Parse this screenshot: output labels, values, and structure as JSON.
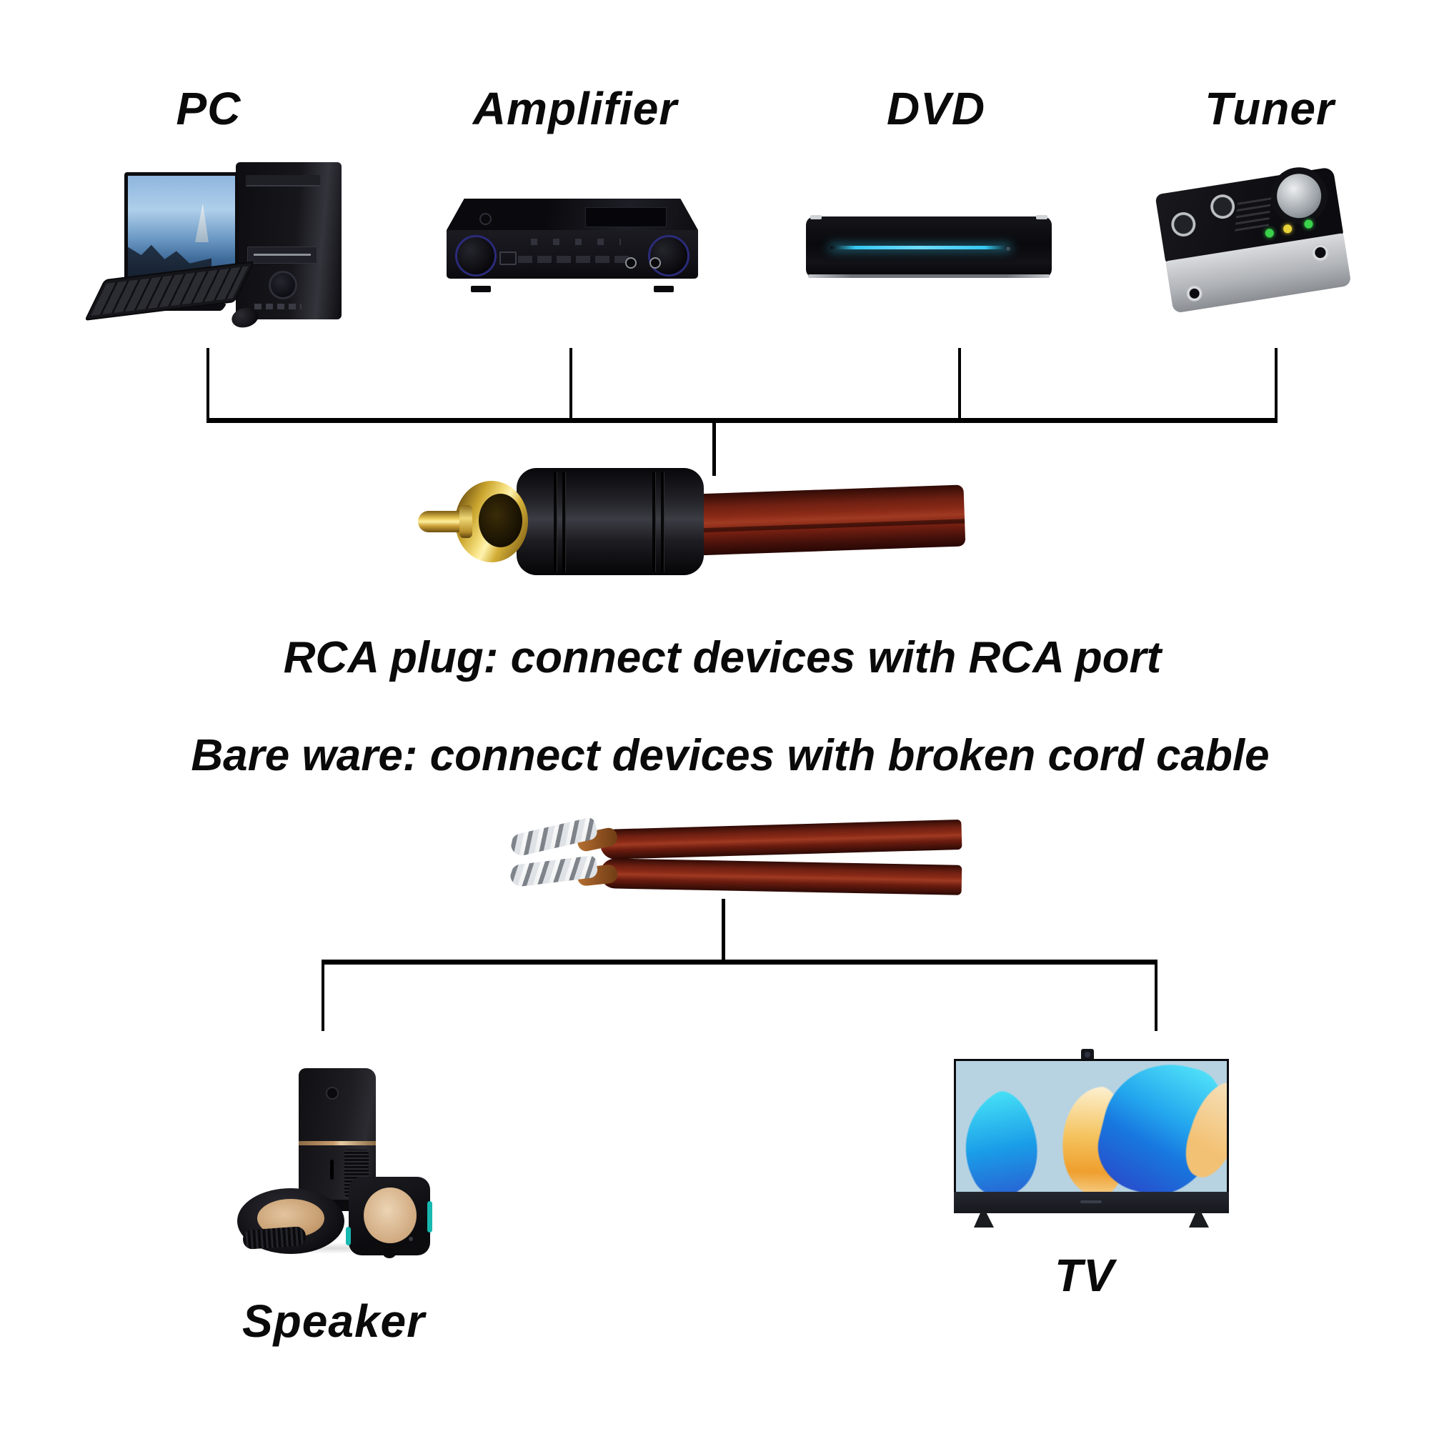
{
  "top_devices": [
    {
      "id": "pc",
      "label": "PC"
    },
    {
      "id": "amplifier",
      "label": "Amplifier"
    },
    {
      "id": "dvd",
      "label": "DVD"
    },
    {
      "id": "tuner",
      "label": "Tuner"
    }
  ],
  "captions": {
    "rca_plug": "RCA plug: connect devices with RCA port",
    "bare_wire": "Bare ware: connect devices with broken cord cable"
  },
  "bottom_devices": [
    {
      "id": "speaker",
      "label": "Speaker"
    },
    {
      "id": "tv",
      "label": "TV"
    }
  ],
  "colors": {
    "line": "#000000",
    "cable": "#8a2a17",
    "gold": "#d4af37",
    "glow": "#35c8f0",
    "copper": "#c79b6e",
    "teal": "#17b8b0"
  }
}
